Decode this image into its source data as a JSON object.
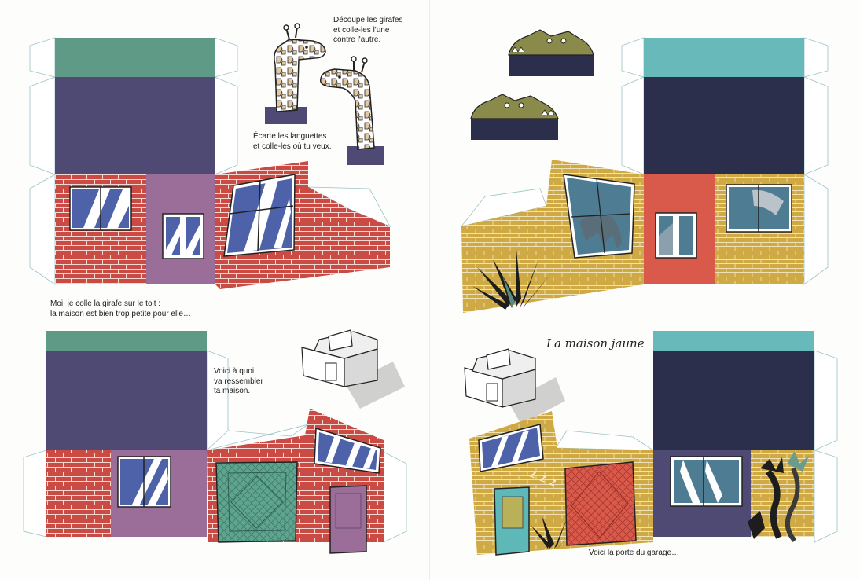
{
  "left_page": {
    "instruction_giraffes": "Découpe les girafes\net colle-les l'une\ncontre l'autre.",
    "instruction_tabs": "Écarte les languettes\net colle-les où tu veux.",
    "caption_giraffe_roof": "Moi, je colle la girafe sur le toit :\nla maison est bien trop petite pour elle…",
    "caption_preview": "Voici à quoi\nva ressembler\nta maison."
  },
  "right_page": {
    "title": "La maison jaune",
    "caption_garage": "Voici la porte du garage…",
    "snore_text": "Z Z Z"
  },
  "colors": {
    "brick_red": "#c94b44",
    "yellow_brick": "#cfa943",
    "navy": "#2c2f4b",
    "purple_wall": "#4e4a73",
    "teal_roof": "#5f9a86",
    "cyan_roof": "#67b9ba",
    "mauve": "#9a6e98",
    "coral": "#d9594a",
    "window_blue": "#4d62a8",
    "crocodile_green": "#8a8b4a"
  },
  "icons": [
    "giraffe-cutout",
    "crocodile-cutout",
    "house-preview-icon",
    "agave-plant-icon",
    "cactus-icon"
  ]
}
